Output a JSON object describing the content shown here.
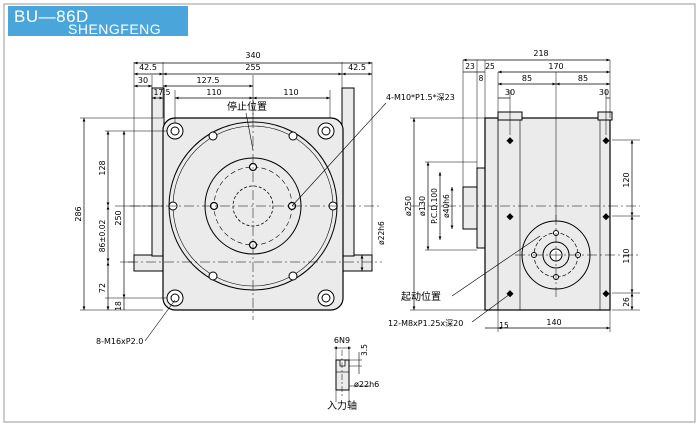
{
  "header": {
    "model": "BU—86D",
    "brand": "SHENGFENG",
    "badge_color": "#4aa6da"
  },
  "colors": {
    "body_fill": "#ebebeb",
    "line": "#000000",
    "frame": "#9a9a9a"
  },
  "front_view": {
    "dim_overall_width": "340",
    "dim_flange_width": "255",
    "dim_left_margin": "42.5",
    "dim_right_margin": "42.5",
    "dim_foot_30": "30",
    "dim_half_127": "127.5",
    "dim_17_5": "17.5",
    "dim_110_left": "110",
    "dim_110_right": "110",
    "dim_height_286": "286",
    "dim_128": "128",
    "dim_250": "250",
    "dim_86": "86±0.02",
    "dim_72": "72",
    "dim_18": "18",
    "dim_phi22": "ø22h6",
    "label_stop_position": "停止位置",
    "callout_tapped": "4-M10*P1.5*深23",
    "callout_mount_holes": "8-M16xP2.0"
  },
  "side_view": {
    "dim_218": "218",
    "dim_23": "23",
    "dim_25": "25",
    "dim_8": "8",
    "dim_170": "170",
    "dim_85_left": "85",
    "dim_85_right": "85",
    "dim_30_left": "30",
    "dim_30_right": "30",
    "dim_phi250": "ø250",
    "dim_phi130": "ø130",
    "dim_pcd": "P.C.D.100",
    "dim_phi40": "ø40h6",
    "dim_120": "120",
    "dim_110": "110",
    "dim_26": "26",
    "dim_15": "15",
    "dim_140": "140",
    "label_start_position": "起动位置",
    "callout_tapped": "12-M8xP1.25x深20"
  },
  "shaft_detail": {
    "dim_keyway": "6N9",
    "dim_depth": "3.5",
    "dim_phi22": "ø22h6",
    "label_input_shaft": "入力轴"
  }
}
